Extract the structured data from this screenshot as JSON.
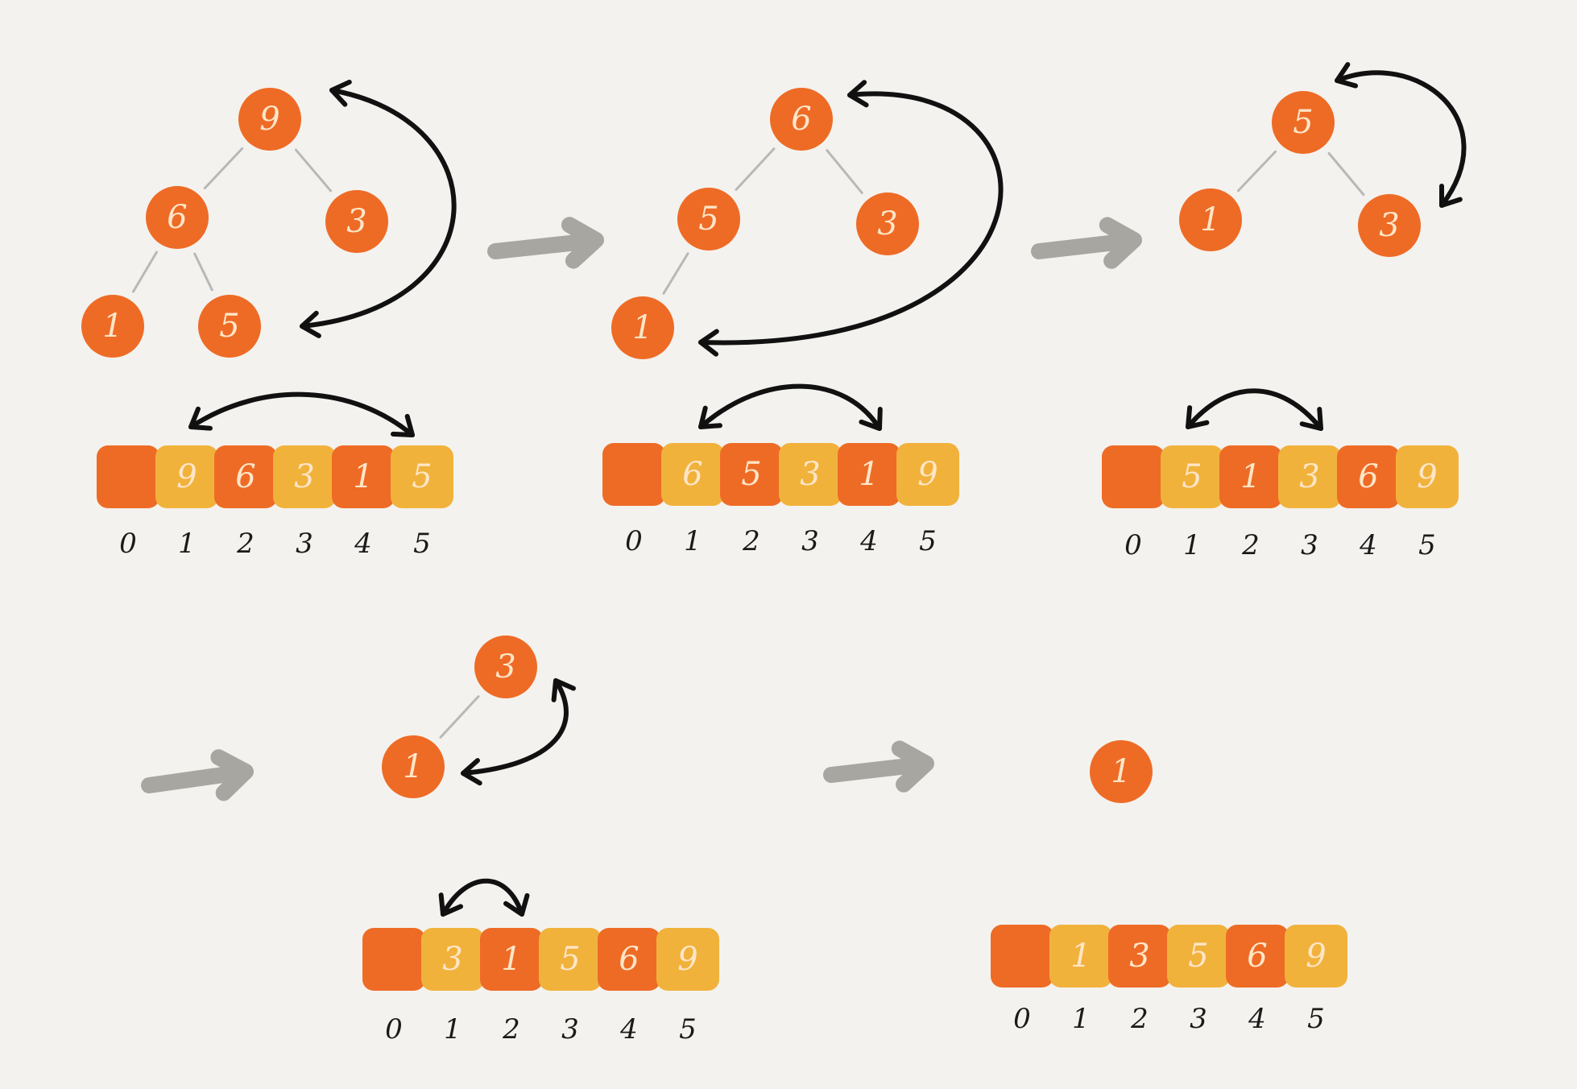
{
  "colors": {
    "node": "#ee6b26",
    "cell_dark": "#ee6b26",
    "cell_light": "#f1b23c",
    "edge": "#b8b8b8",
    "swap_arrow": "#111111",
    "flow_arrow": "#a8a6a0",
    "background": "#f4f2ee"
  },
  "steps": [
    {
      "tree": [
        "9",
        "6",
        "3",
        "1",
        "5"
      ],
      "array": [
        "",
        "9",
        "6",
        "3",
        "1",
        "5"
      ],
      "indices": [
        "0",
        "1",
        "2",
        "3",
        "4",
        "5"
      ]
    },
    {
      "tree": [
        "6",
        "5",
        "3",
        "1"
      ],
      "array": [
        "",
        "6",
        "5",
        "3",
        "1",
        "9"
      ],
      "indices": [
        "0",
        "1",
        "2",
        "3",
        "4",
        "5"
      ]
    },
    {
      "tree": [
        "5",
        "1",
        "3"
      ],
      "array": [
        "",
        "5",
        "1",
        "3",
        "6",
        "9"
      ],
      "indices": [
        "0",
        "1",
        "2",
        "3",
        "4",
        "5"
      ]
    },
    {
      "tree": [
        "3",
        "1"
      ],
      "array": [
        "",
        "3",
        "1",
        "5",
        "6",
        "9"
      ],
      "indices": [
        "0",
        "1",
        "2",
        "3",
        "4",
        "5"
      ]
    },
    {
      "tree": [
        "1"
      ],
      "array": [
        "",
        "1",
        "3",
        "5",
        "6",
        "9"
      ],
      "indices": [
        "0",
        "1",
        "2",
        "3",
        "4",
        "5"
      ]
    }
  ]
}
